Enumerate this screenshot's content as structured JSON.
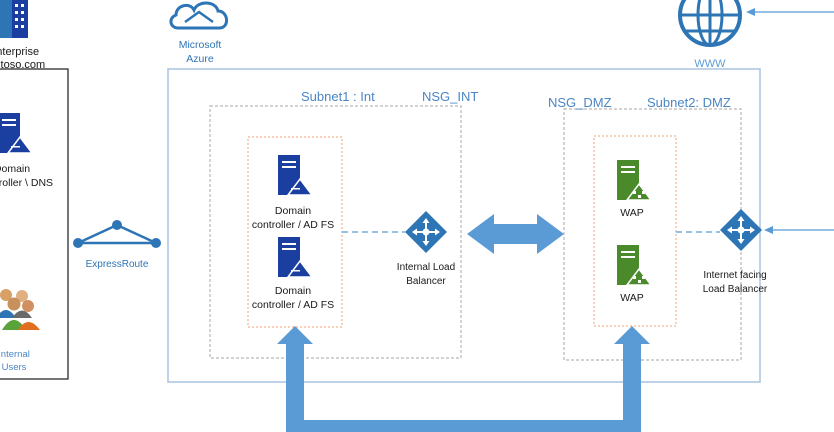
{
  "colors": {
    "azure_blue": "#2e75b6",
    "server_blue": "#1b3fa0",
    "server_green": "#4a8a2a",
    "arrow_blue": "#5b9bd5",
    "box_border": "#a9c4e0",
    "dotted_border": "#b8b8b8",
    "orange_dotted": "#f0a070",
    "text_dark": "#1a1a1a",
    "text_blue": "#4a86c5"
  },
  "onprem": {
    "enterprise_line1": "Enterprise",
    "enterprise_line2": "contoso.com",
    "dc_line1": "Domain",
    "dc_line2": "controller \\ DNS",
    "users_line1": "Internal",
    "users_line2": "Users"
  },
  "expressroute": {
    "label": "ExpressRoute"
  },
  "azure": {
    "line1": "Microsoft",
    "line2": "Azure"
  },
  "www": {
    "label": "WWW"
  },
  "subnet1": {
    "title": "Subnet1 : Int",
    "nsg": "NSG_INT"
  },
  "subnet2": {
    "title": "Subnet2: DMZ",
    "nsg": "NSG_DMZ"
  },
  "adfs": [
    {
      "line1": "Domain",
      "line2": "controller / AD FS"
    },
    {
      "line1": "Domain",
      "line2": "controller / AD FS"
    }
  ],
  "ilb": {
    "line1": "Internal Load",
    "line2": "Balancer"
  },
  "wap": [
    {
      "label": "WAP"
    },
    {
      "label": "WAP"
    }
  ],
  "elb": {
    "line1": "Internet facing",
    "line2": "Load Balancer"
  }
}
